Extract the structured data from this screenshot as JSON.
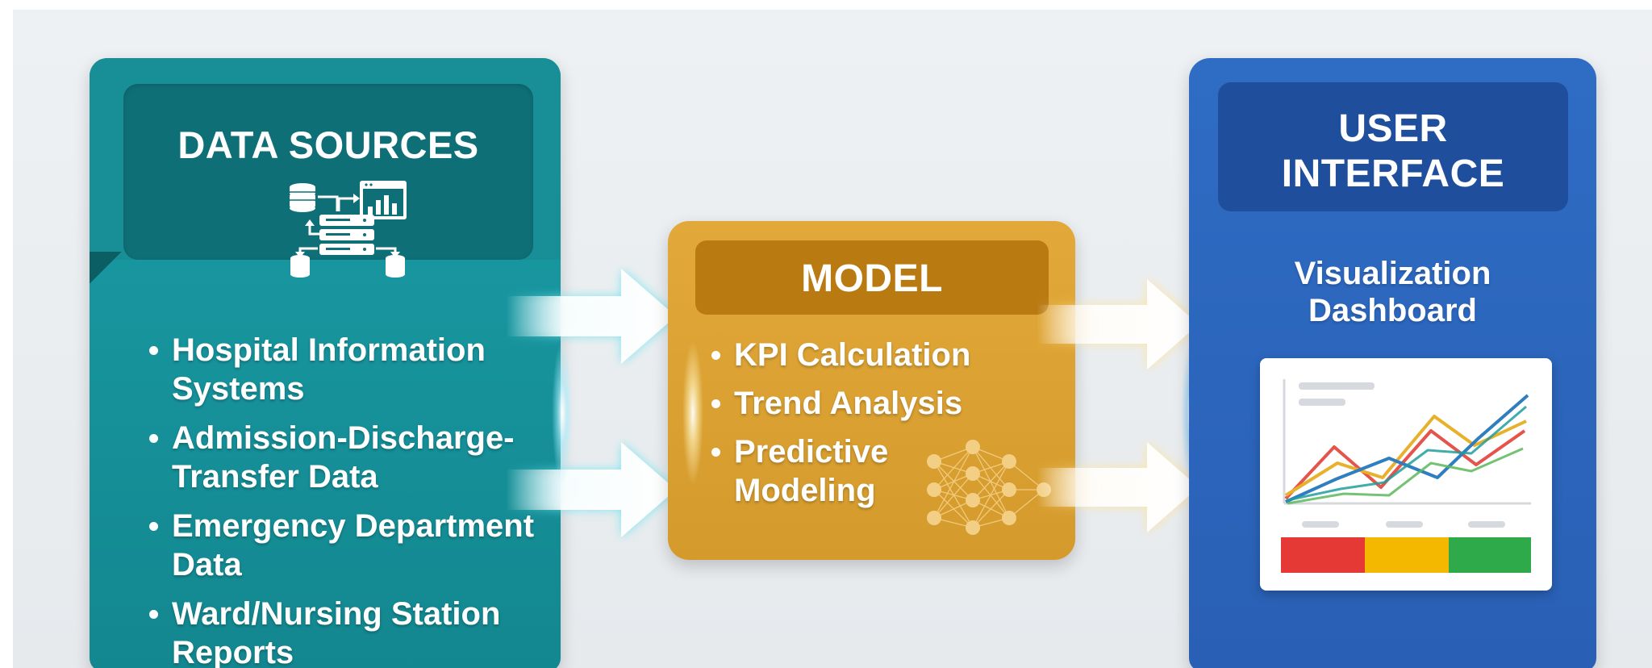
{
  "data_sources": {
    "title": "DATA SOURCES",
    "icon": "database-server-icon",
    "items": [
      "Hospital Information Systems",
      "Admission-Discharge-Transfer Data",
      "Emergency Department Data",
      "Ward/Nursing Station Reports"
    ]
  },
  "model": {
    "title": "MODEL",
    "icon": "neural-network-icon",
    "items": [
      "KPI Calculation",
      "Trend Analysis",
      "Predictive Modeling"
    ]
  },
  "user_interface": {
    "title_line1": "USER",
    "title_line2": "INTERFACE",
    "subtitle_line1": "Visualization",
    "subtitle_line2": "Dashboard",
    "icon": "dashboard-chart-icon"
  },
  "colors": {
    "data_sources": "#1a9da7",
    "model": "#e2a93a",
    "user_interface": "#2f6cc4",
    "dashboard_line_blue": "#2f7fc0",
    "dashboard_line_teal": "#1f9e9e",
    "dashboard_line_red": "#e5534b",
    "dashboard_line_gold": "#e8b12c",
    "dashboard_line_green": "#5cb85c",
    "status_red": "#e53935",
    "status_yellow": "#f5b800",
    "status_green": "#2eaa4a"
  }
}
